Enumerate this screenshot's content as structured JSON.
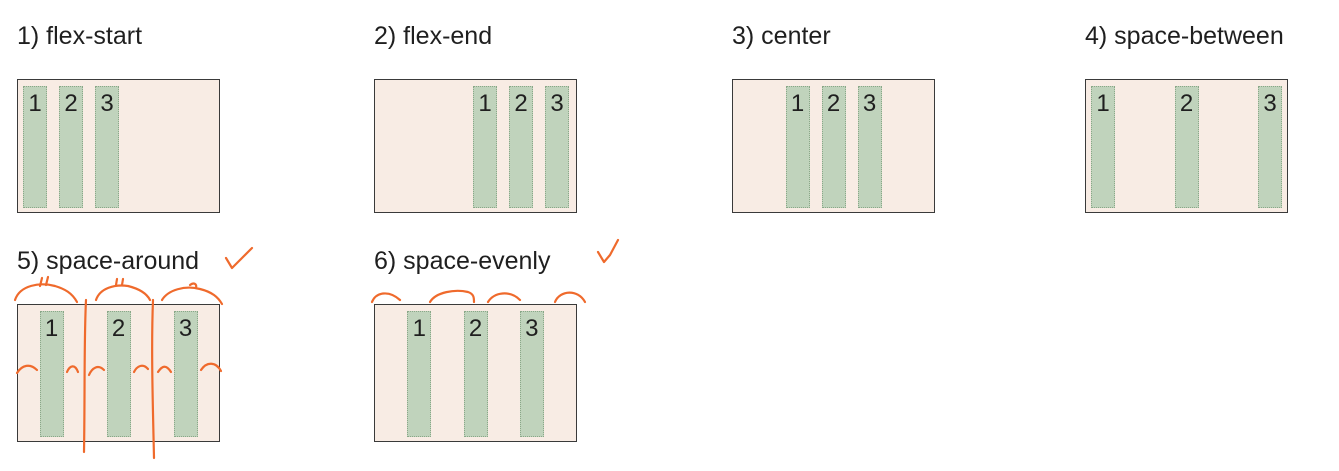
{
  "demos": [
    {
      "title": "1) flex-start",
      "items": [
        "1",
        "2",
        "3"
      ]
    },
    {
      "title": "2) flex-end",
      "items": [
        "1",
        "2",
        "3"
      ]
    },
    {
      "title": "3) center",
      "items": [
        "1",
        "2",
        "3"
      ]
    },
    {
      "title": "4) space-between",
      "items": [
        "1",
        "2",
        "3"
      ]
    },
    {
      "title": "5) space-around",
      "items": [
        "1",
        "2",
        "3"
      ]
    },
    {
      "title": "6) space-evenly",
      "items": [
        "1",
        "2",
        "3"
      ]
    }
  ],
  "colors": {
    "container_bg": "#f8ece4",
    "item_bg": "#c0d3bc",
    "annotation_ink": "#ef6a2c"
  }
}
